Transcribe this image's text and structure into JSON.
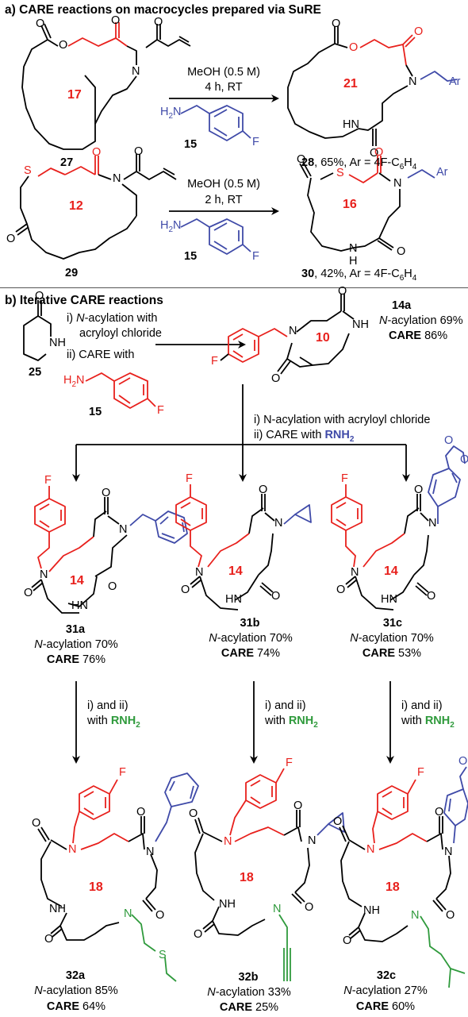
{
  "section_a": {
    "title": "a) CARE reactions on macrocycles prepared via SuRE",
    "reaction1": {
      "substrate_number": "27",
      "substrate_ring": "17",
      "conditions_line1": "MeOH (0.5 M)",
      "conditions_line2": "4 h, RT",
      "amine_number": "15",
      "product_ring": "21",
      "product_number": "28",
      "product_yield": ", 65%, Ar = 4F-C",
      "ar_sub1": "6",
      "ar_h": "H",
      "ar_sub2": "4"
    },
    "reaction2": {
      "substrate_number": "29",
      "substrate_ring": "12",
      "conditions_line1": "MeOH (0.5 M)",
      "conditions_line2": "2 h, RT",
      "amine_number": "15",
      "product_ring": "16",
      "product_number": "30",
      "product_yield": ", 42%, Ar = 4F-C",
      "ar_sub1": "6",
      "ar_h": "H",
      "ar_sub2": "4"
    }
  },
  "section_b": {
    "title": "b) Iterative CARE reactions",
    "start_number": "25",
    "step_i_prefix": "i) ",
    "step_i_italic": "N",
    "step_i_rest": "-acylation with",
    "step_i_line2": "acryloyl chloride",
    "step_ii": "ii) CARE with",
    "amine_number": "15",
    "intermediate_ring": "10",
    "intermediate_number": "14a",
    "intermediate_acyl_italic": "N",
    "intermediate_acyl_rest": "-acylation 69%",
    "intermediate_care_label": "CARE",
    "intermediate_care_value": " 86%",
    "branch_step_i": "i) N-acylation with acryloyl chloride",
    "branch_step_ii_prefix": "ii) CARE with ",
    "branch_rnh2": "RNH",
    "branch_rnh2_sub": "2",
    "first_gen": [
      {
        "number": "31a",
        "ring": "14",
        "acyl_italic": "N",
        "acyl_rest": "-acylation 70%",
        "care_label": "CARE",
        "care_value": " 76%"
      },
      {
        "number": "31b",
        "ring": "14",
        "acyl_italic": "N",
        "acyl_rest": "-acylation 70%",
        "care_label": "CARE",
        "care_value": " 74%"
      },
      {
        "number": "31c",
        "ring": "14",
        "acyl_italic": "N",
        "acyl_rest": "-acylation 70%",
        "care_label": "CARE",
        "care_value": " 53%"
      }
    ],
    "repeat_step_line1": "i) and ii)",
    "repeat_step_line2": "with ",
    "repeat_rnh2": "RNH",
    "repeat_rnh2_sub": "2",
    "second_gen": [
      {
        "number": "32a",
        "ring": "18",
        "acyl_italic": "N",
        "acyl_rest": "-acylation 85%",
        "care_label": "CARE",
        "care_value": " 64%"
      },
      {
        "number": "32b",
        "ring": "18",
        "acyl_italic": "N",
        "acyl_rest": "-acylation 33%",
        "care_label": "CARE",
        "care_value": " 25%"
      },
      {
        "number": "32c",
        "ring": "18",
        "acyl_italic": "N",
        "acyl_rest": "-acylation 27%",
        "care_label": "CARE",
        "care_value": " 60%"
      }
    ]
  },
  "atoms": {
    "O": "O",
    "N": "N",
    "S": "S",
    "F": "F",
    "H": "H",
    "NH": "NH",
    "HN": "HN",
    "H2N_H": "H",
    "H2N_2": "2",
    "H2N_N": "N",
    "Ar": "Ar"
  },
  "colors": {
    "black": "#000000",
    "red": "#e8201c",
    "blue": "#3f4aa8",
    "green": "#2f9a3c",
    "divider": "#555555"
  }
}
